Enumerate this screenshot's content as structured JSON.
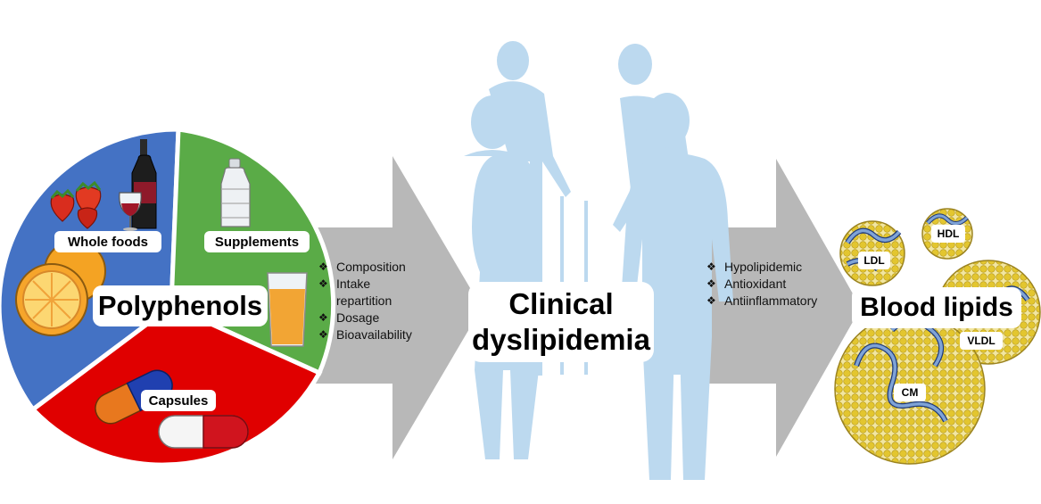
{
  "pie": {
    "title": "Polyphenols",
    "segments": [
      {
        "label": "Whole foods",
        "color": "#4472c4"
      },
      {
        "label": "Supplements",
        "color": "#5aab47"
      },
      {
        "label": "Capsules",
        "color": "#e00000"
      }
    ]
  },
  "factors": {
    "items": [
      "Composition",
      "Intake repartition",
      "Dosage",
      "Bioavailability"
    ],
    "lines": [
      "Composition",
      "Intake",
      "repartition",
      "Dosage",
      "Bioavailability"
    ]
  },
  "center": {
    "line1": "Clinical",
    "line2": "dyslipidemia"
  },
  "effects": {
    "items": [
      "Hypolipidemic",
      "Antioxidant",
      "Antiinflammatory"
    ]
  },
  "lipids": {
    "title": "Blood lipids",
    "particles": [
      "LDL",
      "HDL",
      "VLDL",
      "CM"
    ]
  },
  "colors": {
    "arrow": "#b8b8b8",
    "silhouette": "#bcd9ef",
    "lipid_yellow": "#e6c93a",
    "protein_blue": "#6f94c8"
  },
  "icons": {
    "bullet": "❖"
  }
}
